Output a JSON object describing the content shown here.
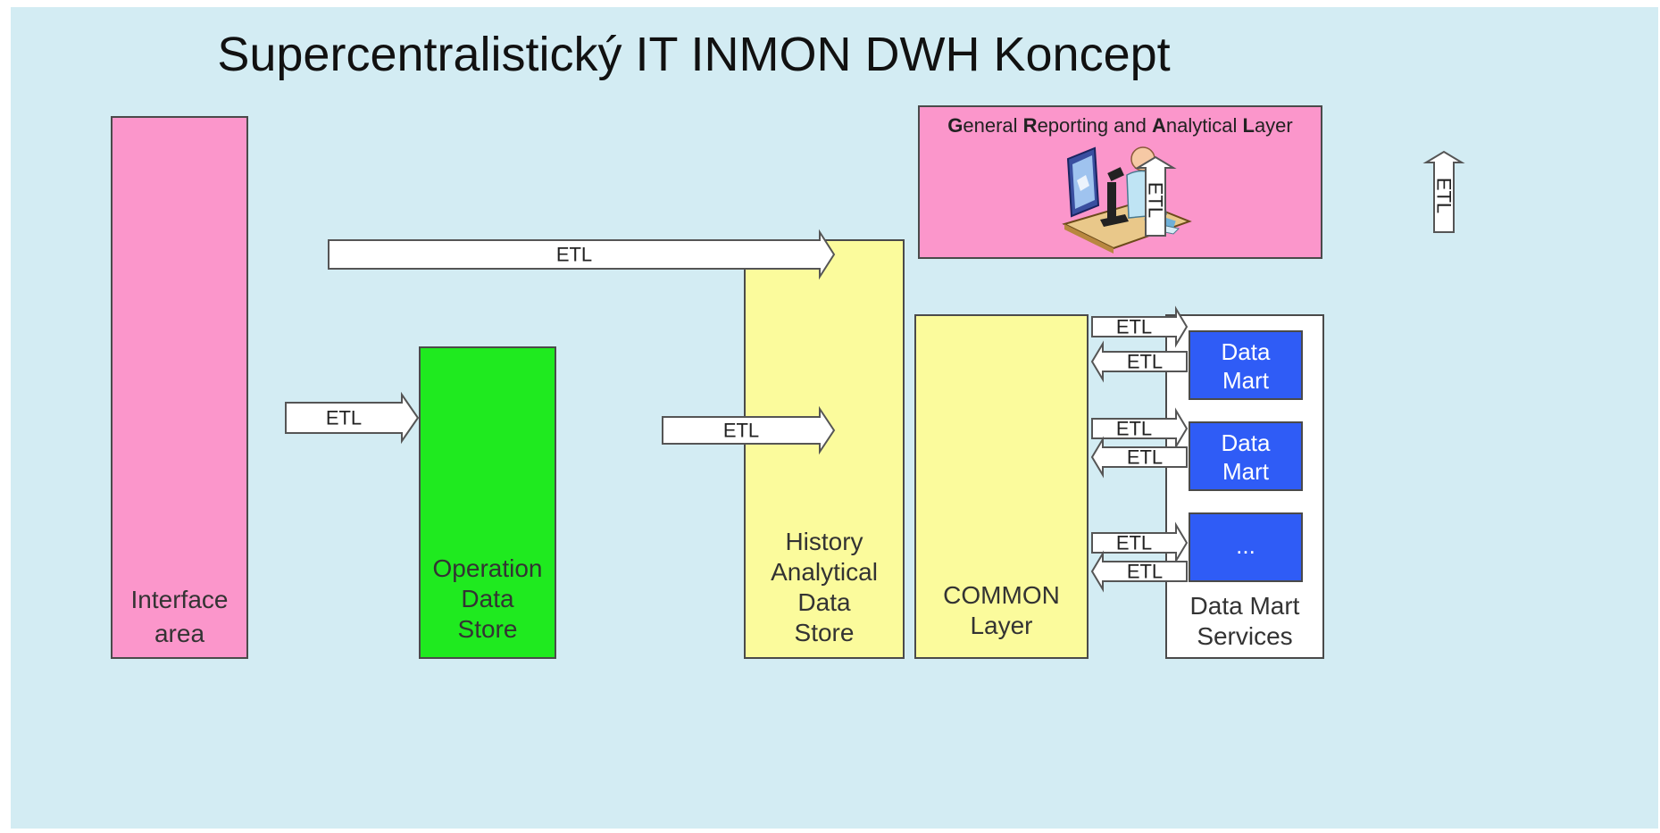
{
  "title": "Supercentralistický IT INMON DWH Koncept",
  "boxes": {
    "interface": {
      "lines": [
        "Interface",
        "area"
      ]
    },
    "ods": {
      "lines": [
        "Operation",
        "Data",
        "Store"
      ]
    },
    "history": {
      "lines": [
        "History",
        "Analytical",
        "Data",
        "Store"
      ]
    },
    "common": {
      "lines": [
        "COMMON",
        "Layer"
      ]
    },
    "services": {
      "lines": [
        "Data Mart",
        "Services"
      ]
    },
    "grl": {
      "title_parts": [
        "G",
        "eneral ",
        "R",
        "eporting and ",
        "A",
        "nalytical ",
        "L",
        "ayer"
      ]
    },
    "marts": [
      {
        "lines": [
          "Data",
          "Mart"
        ]
      },
      {
        "lines": [
          "Data",
          "Mart"
        ]
      },
      {
        "lines": [
          "..."
        ]
      }
    ]
  },
  "arrow_label": "ETL",
  "colors": {
    "background": "#d3ecf3",
    "pink": "#fb96cb",
    "green": "#1fea1f",
    "yellow": "#fbfb9c",
    "blue": "#2f5cf6"
  }
}
